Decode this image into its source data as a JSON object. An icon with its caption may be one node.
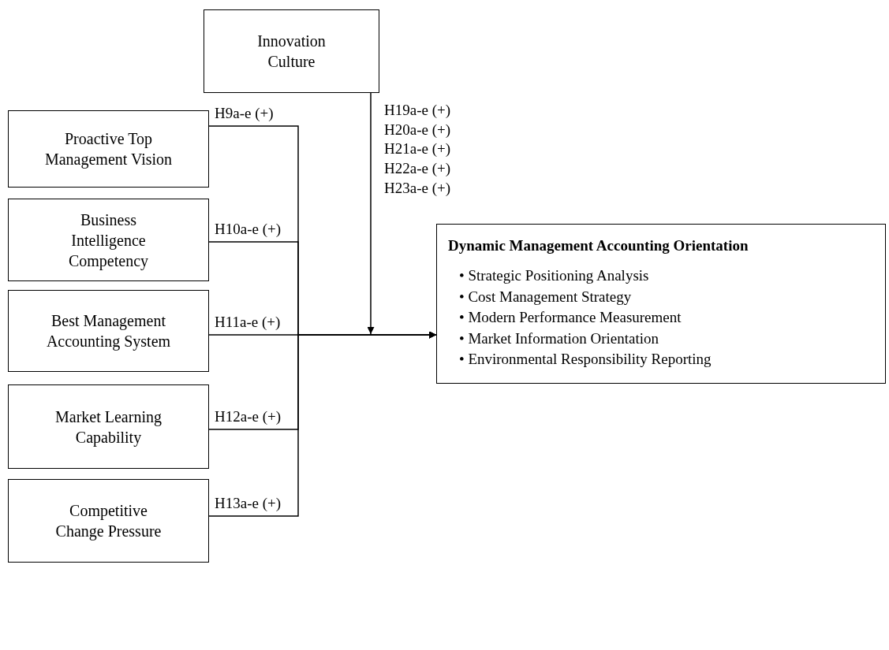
{
  "diagram": {
    "nodes": [
      {
        "text": [
          "Innovation Culture"
        ]
      },
      {
        "text": [
          "Proactive Top Management Vision"
        ]
      },
      {
        "text": [
          "Business Intelligence Competency"
        ]
      },
      {
        "text": [
          "Best Management Accounting System"
        ]
      },
      {
        "text": [
          "Market Learning Capability"
        ]
      },
      {
        "text": [
          "Competitive Change Pressure"
        ]
      },
      {
        "text": [
          "Dynamic Management Accounting Orientation",
          "• Strategic Positioning Analysis",
          "• Cost Management Strategy",
          "• Modern Performance Measurement",
          "• Market Information Orientation",
          "• Environmental Responsibility Reporting"
        ]
      }
    ],
    "edges": [
      {
        "from": 1,
        "to": 6,
        "arrow": "to",
        "label": "H9a-e (+)"
      },
      {
        "from": 2,
        "to": 6,
        "arrow": "to",
        "label": "H10a-e (+)"
      },
      {
        "from": 3,
        "to": 6,
        "arrow": "to",
        "label": "H11a-e (+)"
      },
      {
        "from": 4,
        "to": 6,
        "arrow": "to",
        "label": "H12a-e (+)"
      },
      {
        "from": 5,
        "to": 6,
        "arrow": "to",
        "label": "H13a-e (+)"
      },
      {
        "from": 0,
        "to": null,
        "arrow": "to",
        "label": "H19a-e (+) H20a-e (+) H21a-e (+) H22a-e (+) H23a-e (+)"
      }
    ]
  }
}
